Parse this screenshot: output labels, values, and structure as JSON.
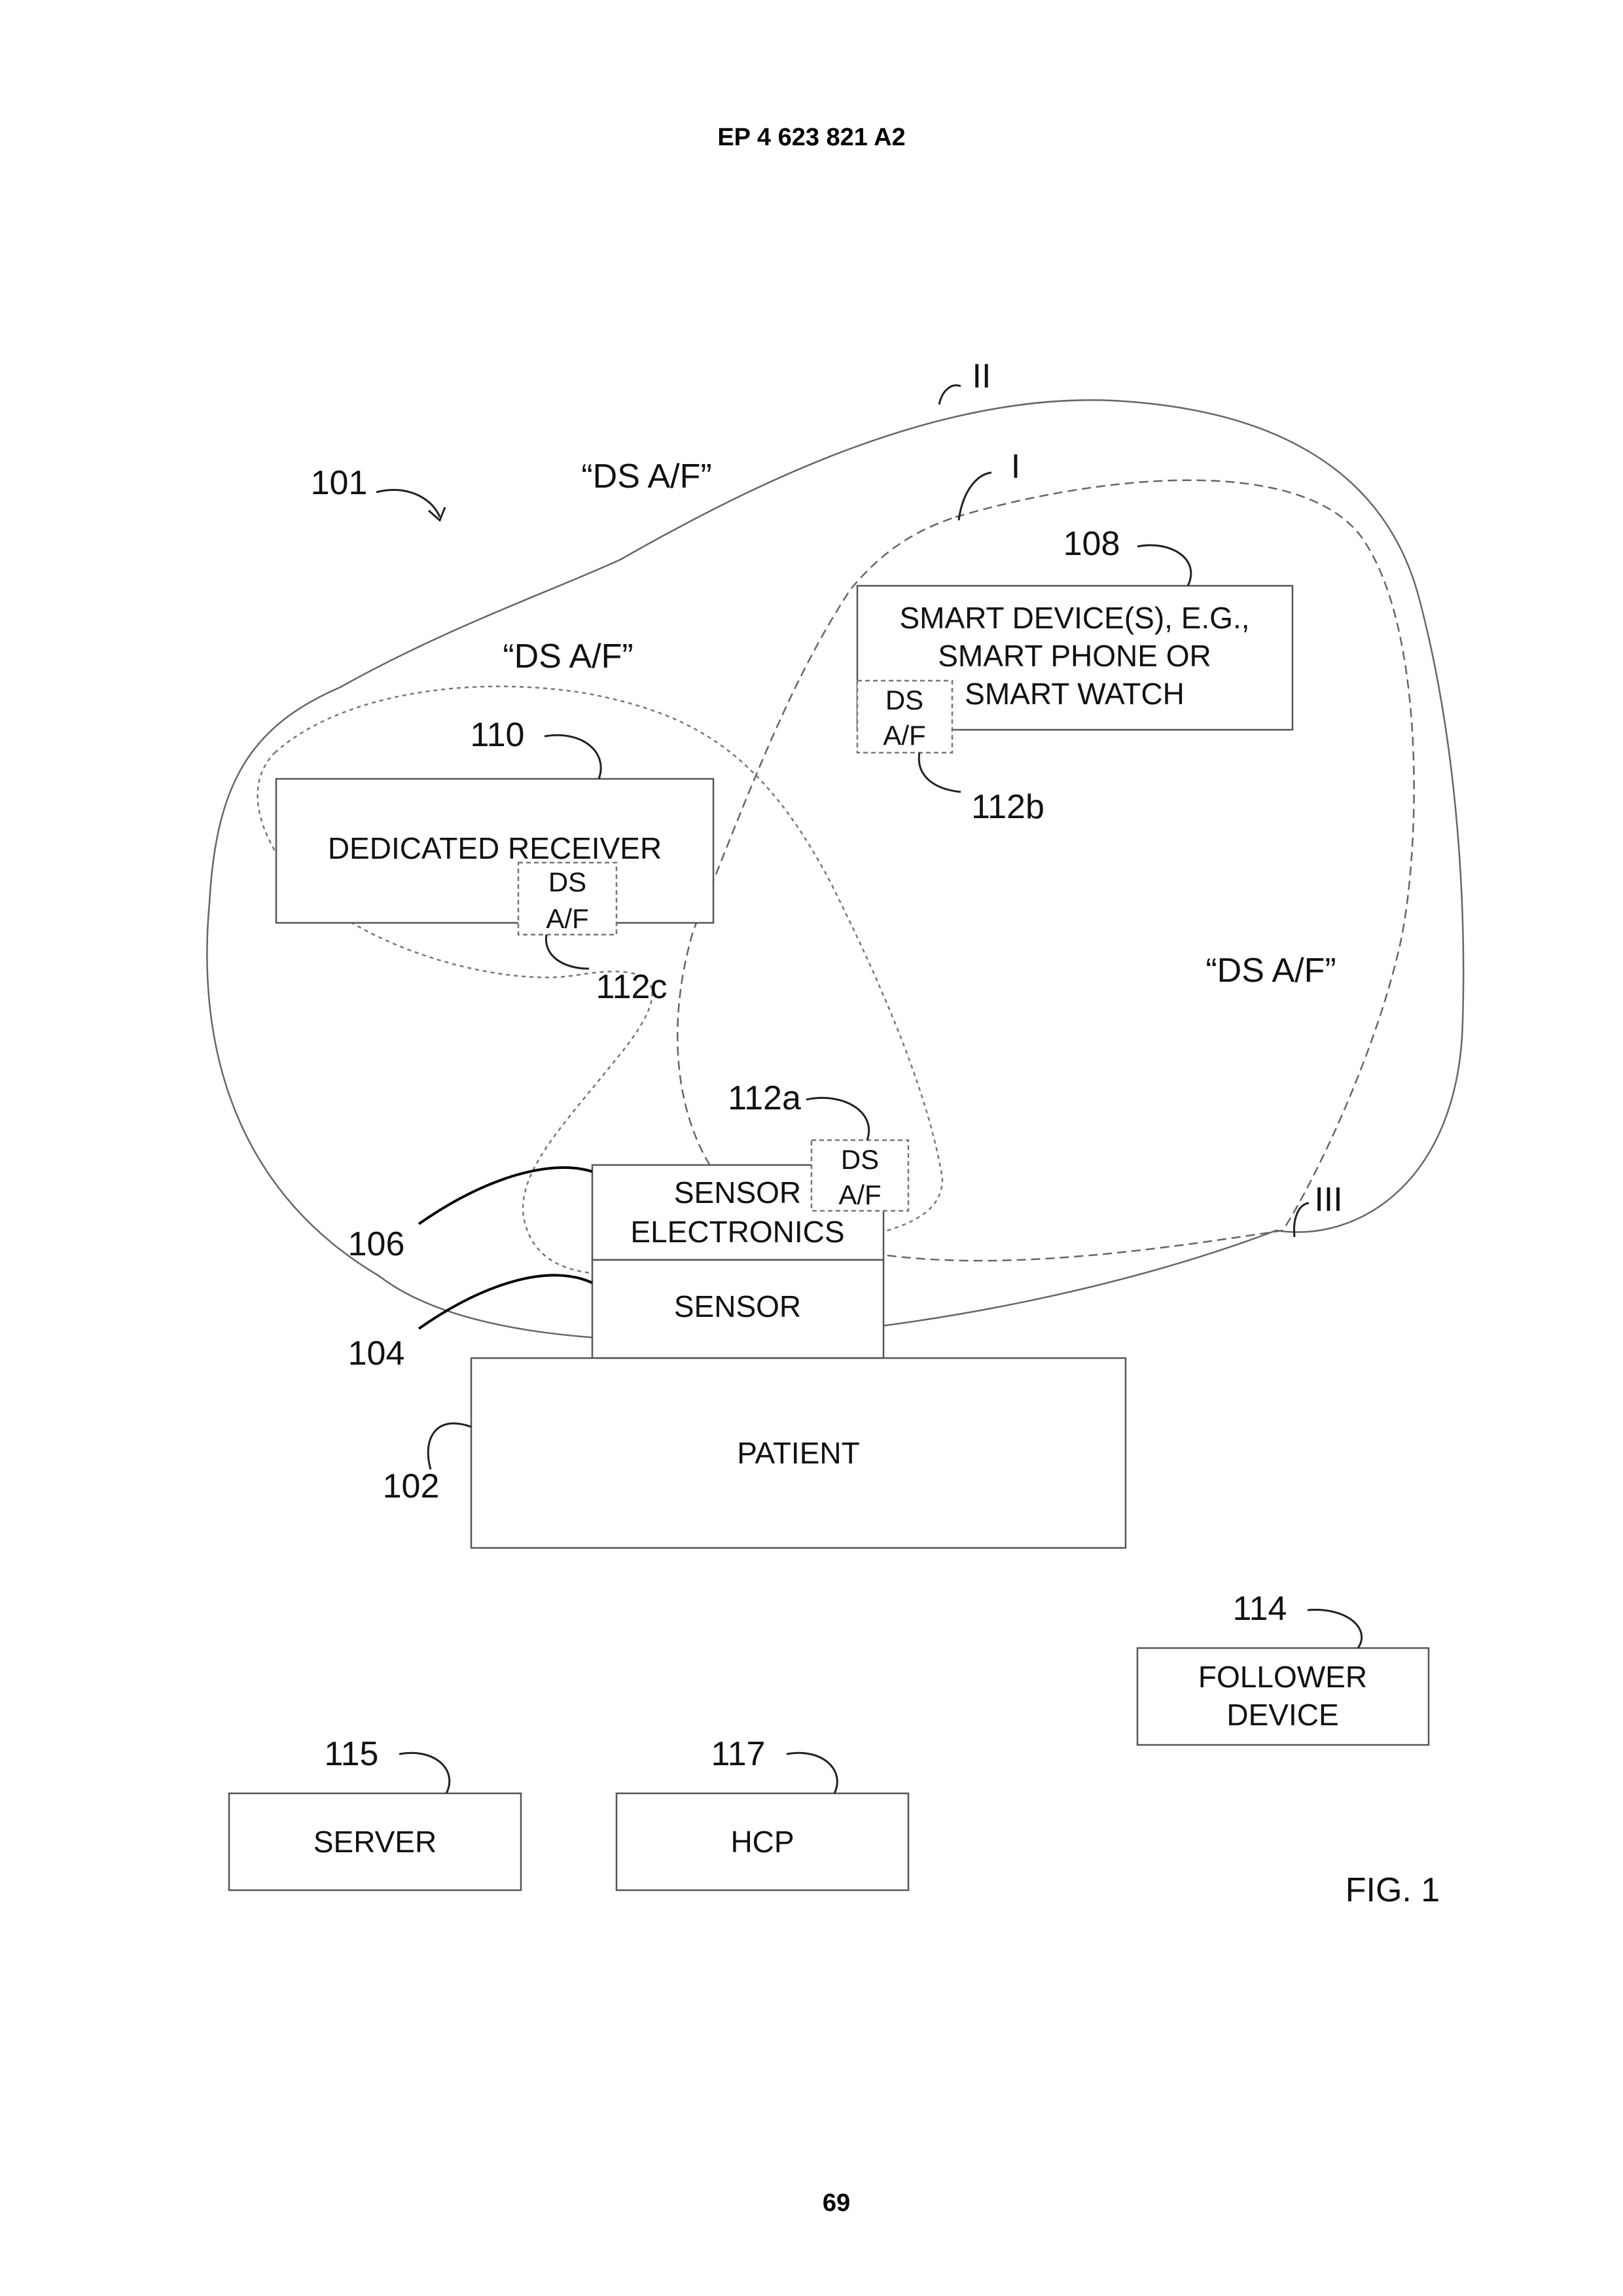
{
  "header": {
    "publication": "EP 4 623 821 A2"
  },
  "figure": {
    "caption": "FIG. 1",
    "system_ref": "101",
    "region_labels": [
      "“DS A/F”",
      "“DS A/F”",
      "“DS A/F”"
    ],
    "region_ids": [
      "II",
      "I",
      "III"
    ]
  },
  "components": {
    "smart_device": {
      "ref": "108",
      "lines": [
        "SMART DEVICE(S), E.G.,",
        "SMART PHONE OR",
        "SMART WATCH"
      ]
    },
    "dedicated_receiver": {
      "ref": "110",
      "label": "DEDICATED RECEIVER"
    },
    "sensor_electronics": {
      "ref": "106",
      "lines": [
        "SENSOR",
        "ELECTRONICS"
      ]
    },
    "sensor": {
      "ref": "104",
      "label": "SENSOR"
    },
    "patient": {
      "ref": "102",
      "label": "PATIENT"
    },
    "follower_device": {
      "ref": "114",
      "lines": [
        "FOLLOWER",
        "DEVICE"
      ]
    },
    "server": {
      "ref": "115",
      "label": "SERVER"
    },
    "hcp": {
      "ref": "117",
      "label": "HCP"
    }
  },
  "ds_af_modules": {
    "a": {
      "ref": "112a",
      "lines": [
        "DS",
        "A/F"
      ]
    },
    "b": {
      "ref": "112b",
      "lines": [
        "DS",
        "A/F"
      ]
    },
    "c": {
      "ref": "112c",
      "lines": [
        "DS",
        "A/F"
      ]
    }
  },
  "footer": {
    "page_number": "69"
  }
}
